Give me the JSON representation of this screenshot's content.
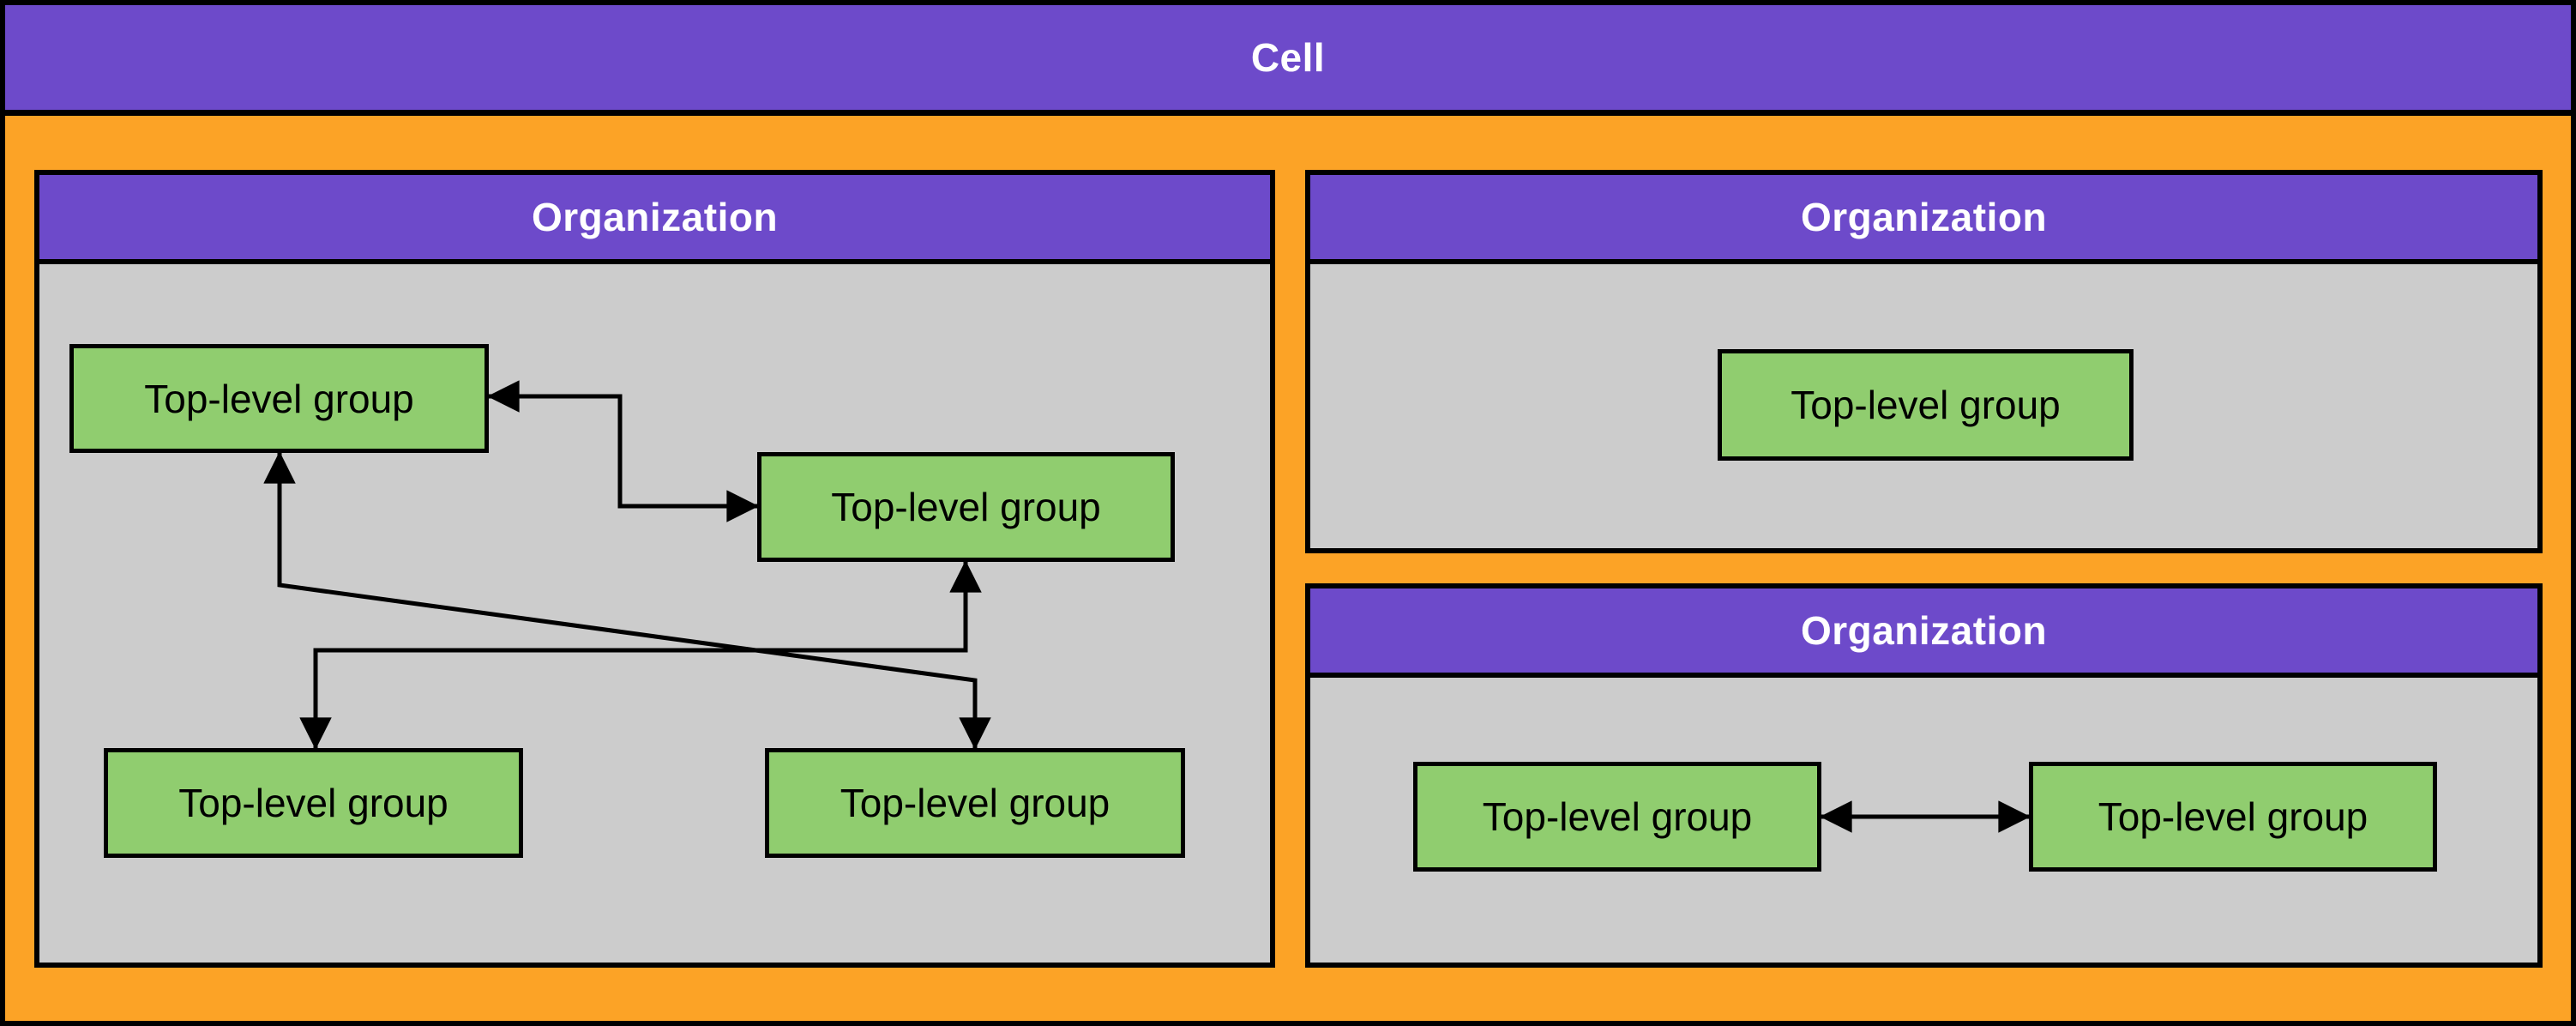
{
  "cell": {
    "label": "Cell"
  },
  "organizations": [
    {
      "title": "Organization",
      "groups": [
        "Top-level group",
        "Top-level group",
        "Top-level group",
        "Top-level group"
      ],
      "edges": [
        {
          "from": 0,
          "to": 1,
          "type": "bidirectional",
          "shape": "elbow"
        },
        {
          "from": 0,
          "to": 3,
          "type": "bidirectional",
          "shape": "diagonal-cross"
        },
        {
          "from": 1,
          "to": 2,
          "type": "bidirectional",
          "shape": "elbow-cross"
        }
      ]
    },
    {
      "title": "Organization",
      "groups": [
        "Top-level group"
      ],
      "edges": []
    },
    {
      "title": "Organization",
      "groups": [
        "Top-level group",
        "Top-level group"
      ],
      "edges": [
        {
          "from": 0,
          "to": 1,
          "type": "bidirectional",
          "shape": "straight"
        }
      ]
    }
  ],
  "colors": {
    "cell_header": "#6D4ACA",
    "cell_background": "#FCA326",
    "organization_header": "#6D4ACA",
    "organization_body": "#CCCCCC",
    "group_node": "#90CD6F",
    "border_and_edges": "#000000",
    "header_text": "#FFFFFF",
    "node_text": "#000000"
  }
}
